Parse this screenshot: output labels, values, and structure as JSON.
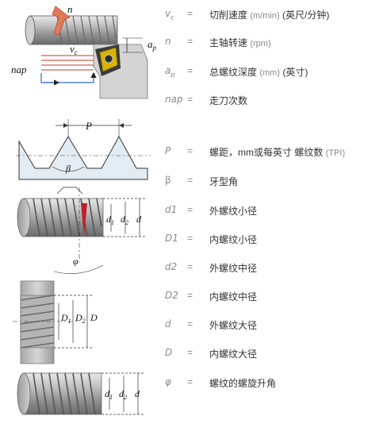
{
  "top_figure": {
    "labels": {
      "n": "n",
      "vc": "v",
      "vc_sub": "c",
      "ap": "a",
      "ap_sub": "p",
      "nap": "nap"
    }
  },
  "thread_profile": {
    "pitch_label": "P",
    "angle_label": "β"
  },
  "ext_small": {
    "labels": [
      "d",
      "1",
      "d",
      "2",
      "d"
    ]
  },
  "ext_large": {
    "labels": [
      "d",
      "1",
      "d",
      "2",
      "d"
    ],
    "phi": "φ"
  },
  "nut": {
    "labels": [
      "D",
      "1",
      "D",
      "2",
      "D"
    ]
  },
  "legend": [
    {
      "sym": "v",
      "sub": "c",
      "eq": "=",
      "text": "切削速度",
      "unit": "(m/min)",
      "extra": "(英尺/分钟)"
    },
    {
      "sym": "n",
      "eq": "=",
      "text": "主轴转速",
      "unit": "(rpm)"
    },
    {
      "sym": "a",
      "sub": "p",
      "eq": "=",
      "text": "总螺纹深度",
      "unit": "(mm)",
      "extra": "(英寸)"
    },
    {
      "sym": "nap",
      "eq": "=",
      "text": "走刀次数"
    },
    {
      "sym": "P",
      "eq": "=",
      "text": "螺距，mm或每英寸 螺纹数",
      "unit": "(TPI)"
    },
    {
      "sym": "β",
      "eq": "=",
      "text": "牙型角"
    },
    {
      "sym": "d1",
      "eq": "=",
      "text": "外螺纹小径"
    },
    {
      "sym": "D1",
      "eq": "=",
      "text": "内螺纹小径"
    },
    {
      "sym": "d2",
      "eq": "=",
      "text": "外螺纹中径"
    },
    {
      "sym": "D2",
      "eq": "=",
      "text": "内螺纹中径"
    },
    {
      "sym": "d",
      "eq": "=",
      "text": "外螺纹大径"
    },
    {
      "sym": "D",
      "eq": "=",
      "text": "内螺纹大径"
    },
    {
      "sym": "φ",
      "eq": "=",
      "text": "螺纹的螺旋升角"
    }
  ]
}
